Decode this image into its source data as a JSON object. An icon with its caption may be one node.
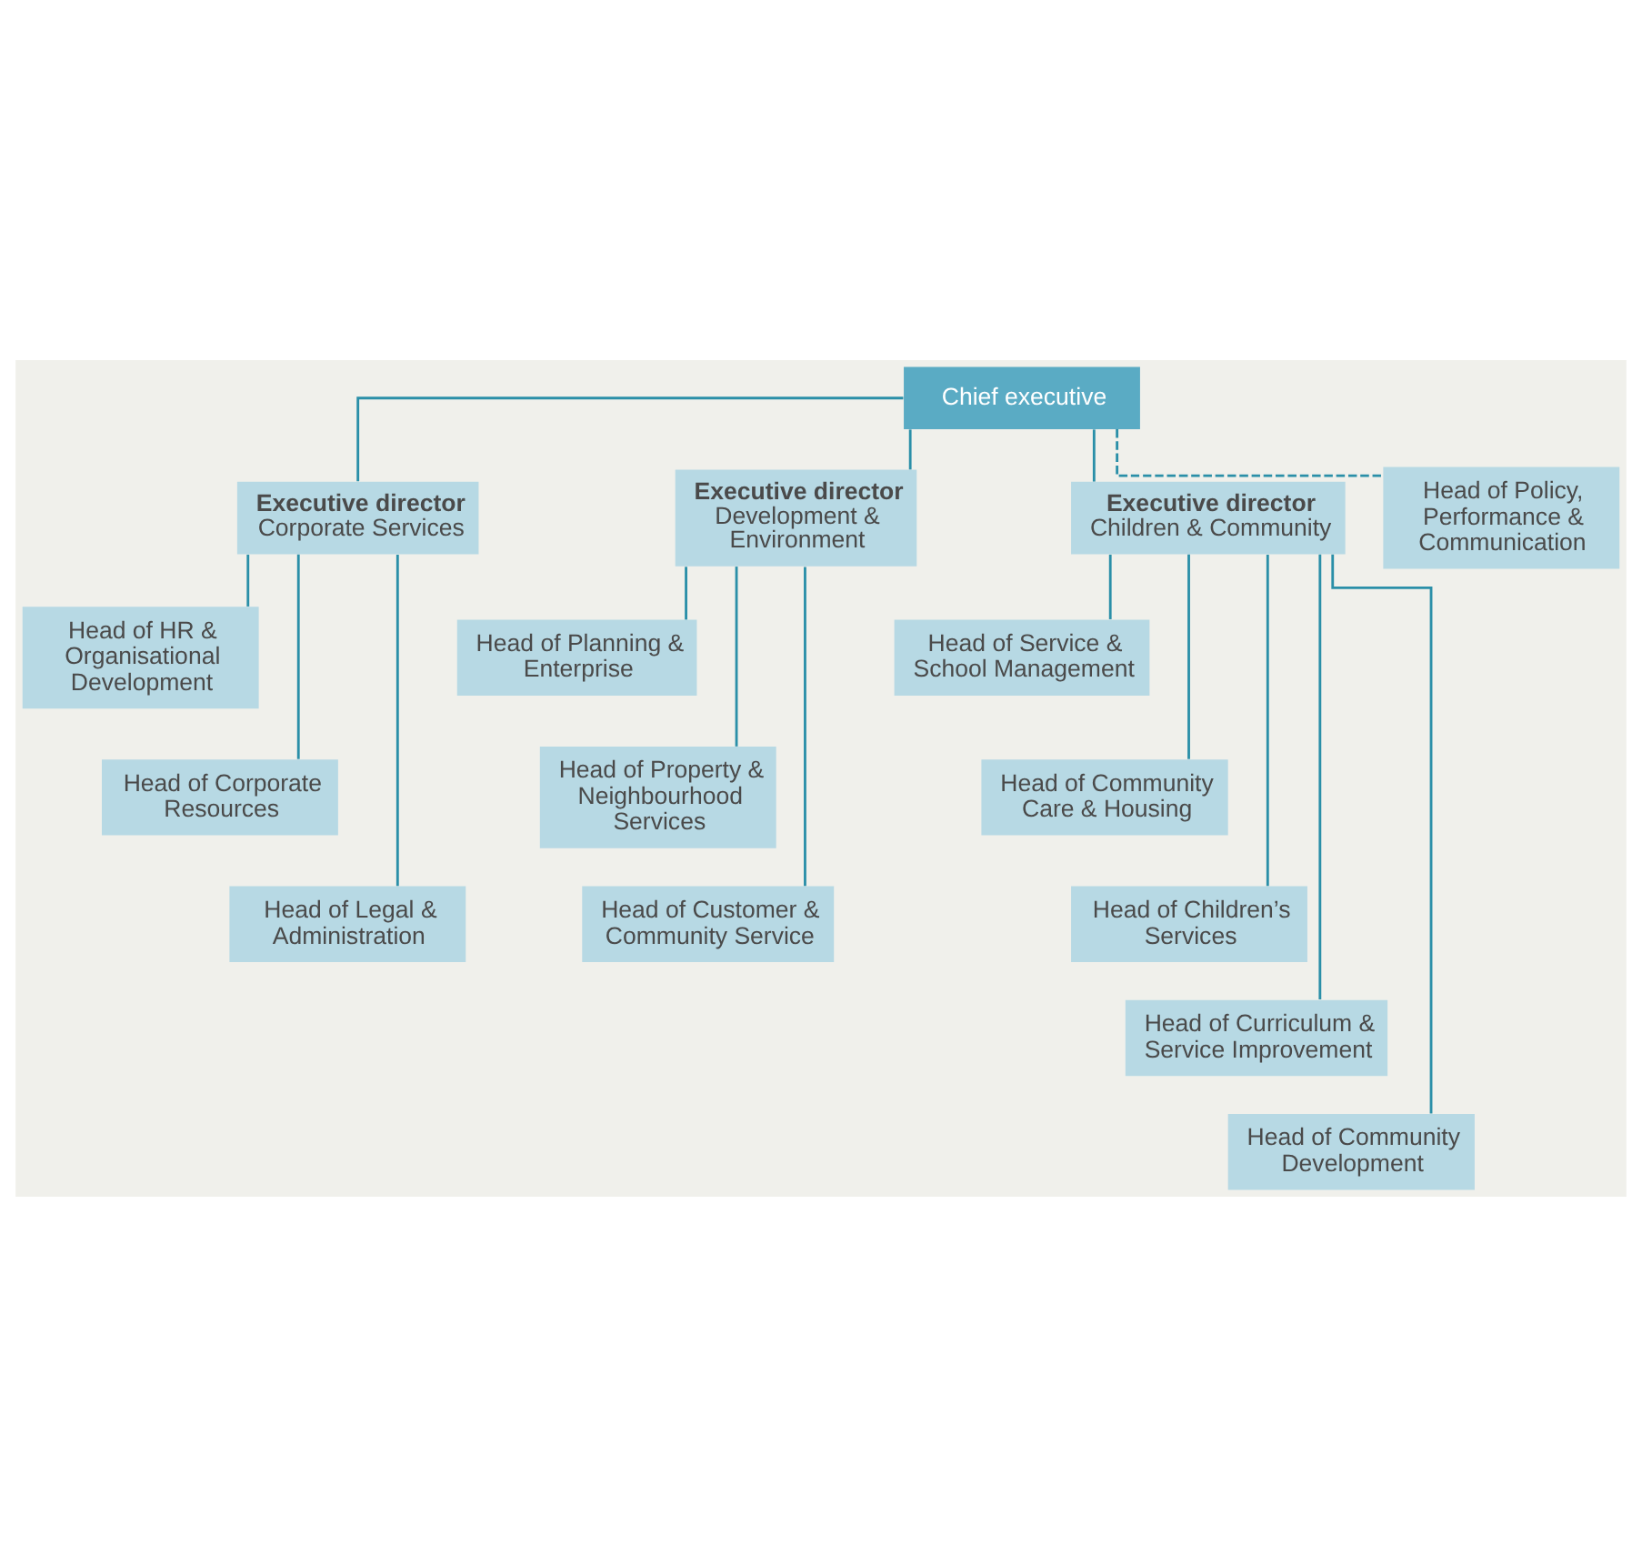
{
  "diagram": {
    "nodes": [
      {
        "text": [
          "Chief executive"
        ]
      },
      {
        "text": [
          "Executive director",
          "Corporate Services"
        ]
      },
      {
        "text": [
          "Executive director",
          "Development & Environment"
        ]
      },
      {
        "text": [
          "Executive director",
          "Children & Community"
        ]
      },
      {
        "text": [
          "Head of HR & Organisational Development"
        ]
      },
      {
        "text": [
          "Head of Corporate Resources"
        ]
      },
      {
        "text": [
          "Head of Legal & Administration"
        ]
      },
      {
        "text": [
          "Head of Planning & Enterprise"
        ]
      },
      {
        "text": [
          "Head of Property & Neighbourhood Services"
        ]
      },
      {
        "text": [
          "Head of Customer & Community Service"
        ]
      },
      {
        "text": [
          "Head of Service & School Management"
        ]
      },
      {
        "text": [
          "Head of Community Care & Housing"
        ]
      },
      {
        "text": [
          "Head of Children’s Services"
        ]
      },
      {
        "text": [
          "Head of Curriculum & Service Improvement"
        ]
      },
      {
        "text": [
          "Head of Community Development"
        ]
      },
      {
        "text": [
          "Head of Policy, Performance & Communication"
        ]
      }
    ],
    "edges": [
      {
        "from": 0,
        "to": 1,
        "arrow": "none"
      },
      {
        "from": 0,
        "to": 2,
        "arrow": "none"
      },
      {
        "from": 0,
        "to": 3,
        "arrow": "none"
      },
      {
        "from": 0,
        "to": 15,
        "arrow": "none",
        "style": "dashed"
      },
      {
        "from": 1,
        "to": 4,
        "arrow": "none"
      },
      {
        "from": 1,
        "to": 5,
        "arrow": "none"
      },
      {
        "from": 1,
        "to": 6,
        "arrow": "none"
      },
      {
        "from": 2,
        "to": 7,
        "arrow": "none"
      },
      {
        "from": 2,
        "to": 8,
        "arrow": "none"
      },
      {
        "from": 2,
        "to": 9,
        "arrow": "none"
      },
      {
        "from": 3,
        "to": 10,
        "arrow": "none"
      },
      {
        "from": 3,
        "to": 11,
        "arrow": "none"
      },
      {
        "from": 3,
        "to": 12,
        "arrow": "none"
      },
      {
        "from": 3,
        "to": 13,
        "arrow": "none"
      },
      {
        "from": 3,
        "to": 14,
        "arrow": "none"
      }
    ]
  }
}
